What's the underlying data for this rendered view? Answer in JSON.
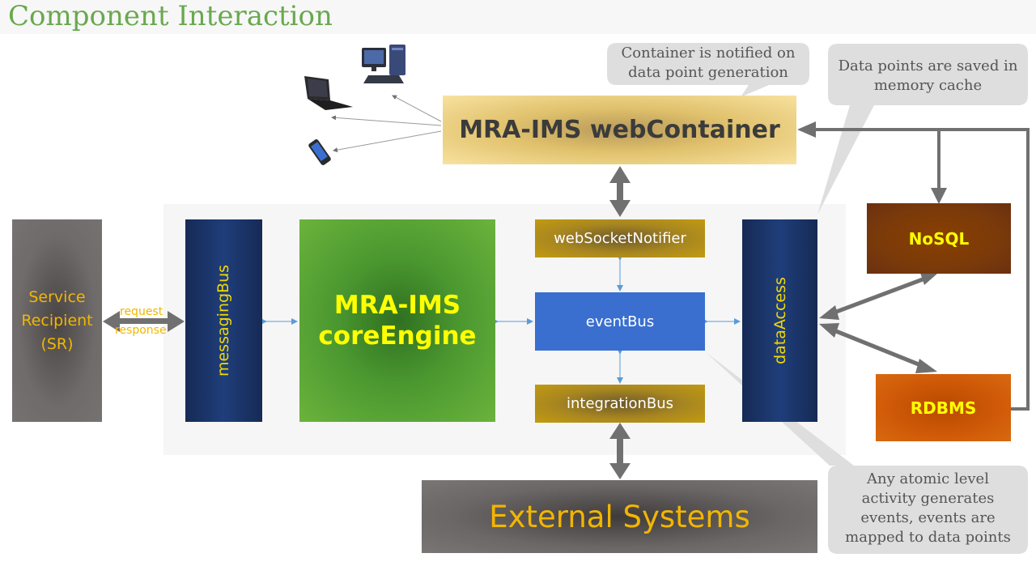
{
  "title": "Component Interaction",
  "service_recipient": {
    "line1": "Service",
    "line2": "Recipient",
    "line3": "(SR)"
  },
  "arrow_labels": {
    "request": "request",
    "response": "response"
  },
  "messaging_bus": "messagingBus",
  "core_engine": {
    "line1": "MRA-IMS",
    "line2": "coreEngine"
  },
  "web_socket_notifier": "webSocketNotifier",
  "event_bus": "eventBus",
  "integration_bus": "integrationBus",
  "data_access": "dataAccess",
  "web_container": "MRA-IMS webContainer",
  "external_systems": "External Systems",
  "nosql": "NoSQL",
  "rdbms": "RDBMS",
  "callouts": {
    "container": {
      "line1": "Container is notified on",
      "line2": "data point generation"
    },
    "cache": {
      "line1": "Data points are saved in",
      "line2": "memory cache"
    },
    "events": {
      "line1": "Any atomic level",
      "line2": "activity generates",
      "line3": "events, events are",
      "line4": "mapped to data points"
    }
  },
  "devices": [
    "desktop-computer-icon",
    "laptop-icon",
    "mobile-phone-icon"
  ],
  "colors": {
    "title": "#6aa84f",
    "accent_yellow": "#ffff00",
    "accent_gold": "#f2b600",
    "event_bus": "#3a6fcf"
  }
}
